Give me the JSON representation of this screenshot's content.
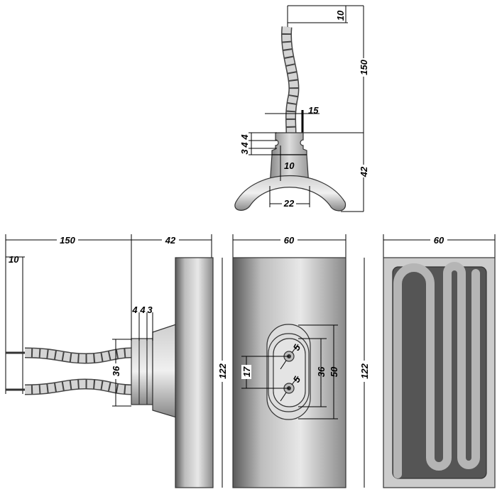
{
  "top_view": {
    "wire_end": "10",
    "cable_length": "150",
    "connector_width": "15",
    "step_a": "3",
    "step_b": "4",
    "step_c": "4",
    "neck_width": "10",
    "base_width": "22",
    "height": "42"
  },
  "side_view": {
    "cable_length": "150",
    "body_length": "42",
    "wire_end": "10",
    "step_a": "4",
    "step_b": "4",
    "step_c": "3",
    "pin_spacing": "36",
    "height": "122"
  },
  "front_view": {
    "width": "60",
    "pin_pitch": "17",
    "pin_dia_top": "5",
    "pin_dia_bottom": "5",
    "inner_oval": "36",
    "outer_oval": "50",
    "height": "122"
  },
  "back_view": {
    "width": "60"
  },
  "colors": {
    "body_light": "#e6e6e6",
    "body_dark": "#6e6e6e",
    "element_dark": "#555555"
  }
}
